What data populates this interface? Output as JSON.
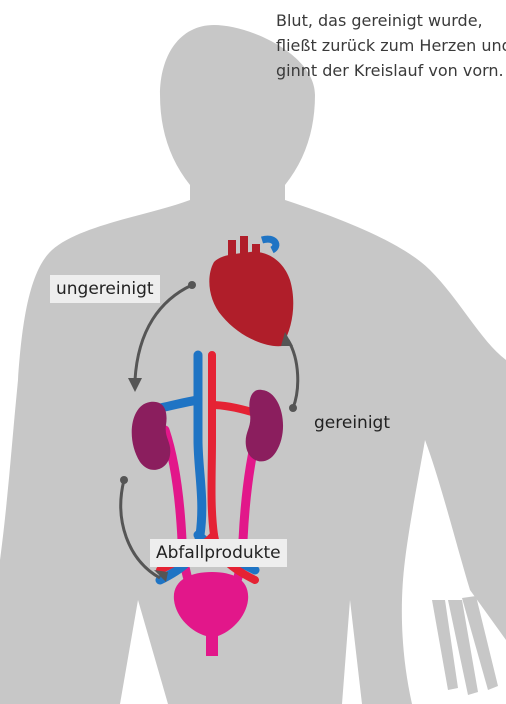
{
  "caption": {
    "lines": [
      "Blut, das gereinigt wurde,",
      "fließt zurück zum Herzen und be-",
      "ginnt der Kreislauf von vorn."
    ]
  },
  "labels": {
    "unpurified": "ungereinigt",
    "purified": "gereinigt",
    "waste": "Abfallprodukte"
  },
  "colors": {
    "body": "#c7c7c7",
    "heart": "#b01e2a",
    "kidney": "#8b1e5e",
    "bladder": "#e2178a",
    "vein": "#1f74c4",
    "artery": "#e52234",
    "arrow": "#555555"
  }
}
